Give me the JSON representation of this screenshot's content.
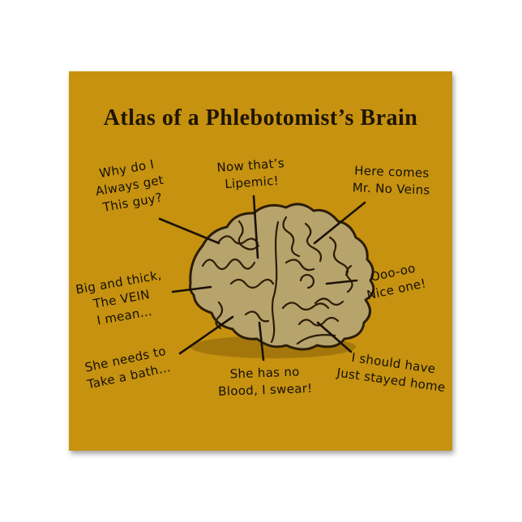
{
  "card": {
    "title": "Atlas of a Phlebotomist’s Brain",
    "background_color": "#c6920f",
    "title_color": "#1f1404"
  },
  "illustration": {
    "name": "cartoon-brain",
    "fill": "#b7a36c",
    "outline": "#2b1d06",
    "pointer_line_color": "#1a1208"
  },
  "labels": [
    {
      "id": "why-do-i",
      "lines": [
        "Why do I",
        "Always get",
        "This guy?"
      ]
    },
    {
      "id": "now-thats-lipemic",
      "lines": [
        "Now that’s",
        "Lipemic!"
      ]
    },
    {
      "id": "here-comes",
      "lines": [
        "Here comes",
        "Mr. No Veins"
      ]
    },
    {
      "id": "big-and-thick",
      "lines": [
        "Big and thick,",
        "The VEIN",
        "I mean..."
      ]
    },
    {
      "id": "ooo-oo",
      "lines": [
        "Ooo-oo",
        "Nice one!"
      ]
    },
    {
      "id": "she-needs",
      "lines": [
        "She needs to",
        "Take a bath..."
      ]
    },
    {
      "id": "she-has-no",
      "lines": [
        "She has no",
        "Blood, I swear!"
      ]
    },
    {
      "id": "i-should-have",
      "lines": [
        "I should have",
        "Just stayed home"
      ]
    }
  ]
}
